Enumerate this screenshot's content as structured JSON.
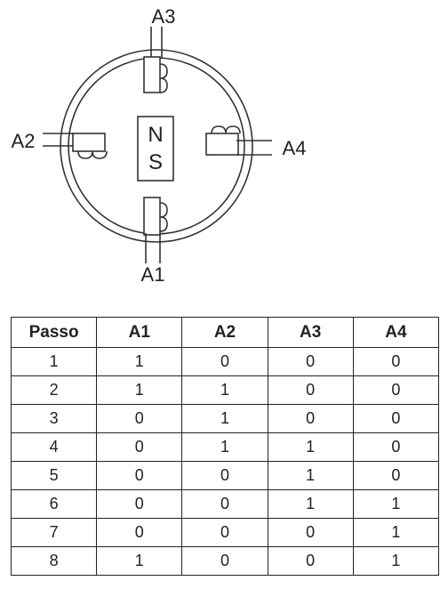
{
  "diagram": {
    "coil_labels": {
      "a1": "A1",
      "a2": "A2",
      "a3": "A3",
      "a4": "A4"
    },
    "magnet_poles": {
      "north": "N",
      "south": "S"
    }
  },
  "table": {
    "headers": [
      "Passo",
      "A1",
      "A2",
      "A3",
      "A4"
    ],
    "rows": [
      [
        "1",
        "1",
        "0",
        "0",
        "0"
      ],
      [
        "2",
        "1",
        "1",
        "0",
        "0"
      ],
      [
        "3",
        "0",
        "1",
        "0",
        "0"
      ],
      [
        "4",
        "0",
        "1",
        "1",
        "0"
      ],
      [
        "5",
        "0",
        "0",
        "1",
        "0"
      ],
      [
        "6",
        "0",
        "0",
        "1",
        "1"
      ],
      [
        "7",
        "0",
        "0",
        "0",
        "1"
      ],
      [
        "8",
        "1",
        "0",
        "0",
        "1"
      ]
    ]
  }
}
